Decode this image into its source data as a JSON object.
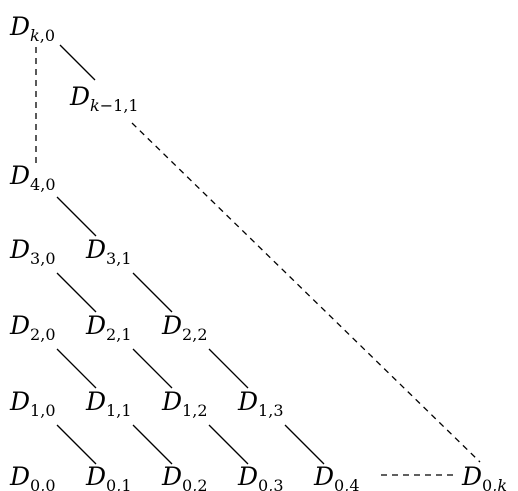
{
  "diagram": {
    "nodes": [
      {
        "id": "k0",
        "letter": "D",
        "sub1": "k",
        "sep": ",",
        "sub2": "0"
      },
      {
        "id": "km1_1",
        "letter": "D",
        "sub1": "k",
        "sep": "−1,",
        "sub2": "1"
      },
      {
        "id": "40",
        "letter": "D",
        "sub1": "4",
        "sep": ",",
        "sub2": "0"
      },
      {
        "id": "30",
        "letter": "D",
        "sub1": "3",
        "sep": ",",
        "sub2": "0"
      },
      {
        "id": "31",
        "letter": "D",
        "sub1": "3",
        "sep": ",",
        "sub2": "1"
      },
      {
        "id": "20",
        "letter": "D",
        "sub1": "2",
        "sep": ",",
        "sub2": "0"
      },
      {
        "id": "21",
        "letter": "D",
        "sub1": "2",
        "sep": ",",
        "sub2": "1"
      },
      {
        "id": "22",
        "letter": "D",
        "sub1": "2",
        "sep": ",",
        "sub2": "2"
      },
      {
        "id": "10",
        "letter": "D",
        "sub1": "1",
        "sep": ",",
        "sub2": "0"
      },
      {
        "id": "11",
        "letter": "D",
        "sub1": "1",
        "sep": ",",
        "sub2": "1"
      },
      {
        "id": "12",
        "letter": "D",
        "sub1": "1",
        "sep": ",",
        "sub2": "2"
      },
      {
        "id": "13",
        "letter": "D",
        "sub1": "1",
        "sep": ",",
        "sub2": "3"
      },
      {
        "id": "00",
        "letter": "D",
        "sub1": "0",
        "sep": ",",
        "sub2": "0"
      },
      {
        "id": "01",
        "letter": "D",
        "sub1": "0",
        "sep": ",",
        "sub2": "1"
      },
      {
        "id": "02",
        "letter": "D",
        "sub1": "0",
        "sep": ",",
        "sub2": "2"
      },
      {
        "id": "03",
        "letter": "D",
        "sub1": "0",
        "sep": ",",
        "sub2": "3"
      },
      {
        "id": "04",
        "letter": "D",
        "sub1": "0",
        "sep": ",",
        "sub2": "4"
      },
      {
        "id": "0k",
        "letter": "D",
        "sub1": "0",
        "sep": ",",
        "sub2": "k"
      }
    ],
    "edges": [
      {
        "from": "k0",
        "to": "km1_1",
        "style": "solid"
      },
      {
        "from": "k0",
        "to": "40",
        "style": "dashed"
      },
      {
        "from": "km1_1",
        "to": "0k",
        "style": "dashed"
      },
      {
        "from": "40",
        "to": "31",
        "style": "solid"
      },
      {
        "from": "30",
        "to": "21",
        "style": "solid"
      },
      {
        "from": "31",
        "to": "22",
        "style": "solid"
      },
      {
        "from": "20",
        "to": "11",
        "style": "solid"
      },
      {
        "from": "21",
        "to": "12",
        "style": "solid"
      },
      {
        "from": "22",
        "to": "13",
        "style": "solid"
      },
      {
        "from": "10",
        "to": "01",
        "style": "solid"
      },
      {
        "from": "11",
        "to": "02",
        "style": "solid"
      },
      {
        "from": "12",
        "to": "03",
        "style": "solid"
      },
      {
        "from": "13",
        "to": "04",
        "style": "solid"
      },
      {
        "from": "04",
        "to": "0k",
        "style": "dashed"
      }
    ]
  }
}
